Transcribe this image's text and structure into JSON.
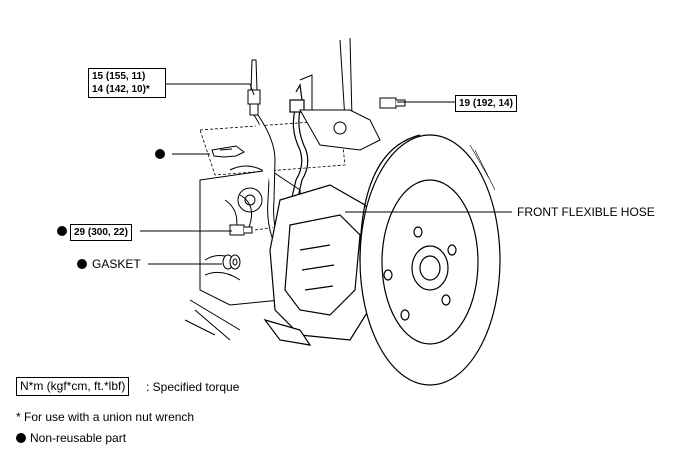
{
  "callouts": {
    "torque_hose_line1": "15 (155, 11)",
    "torque_hose_line2": "14 (142, 10)*",
    "torque_union_bolt": "19 (192, 14)",
    "torque_caliper_bolt": "29 (300, 22)",
    "front_flexible_hose": "FRONT FLEXIBLE HOSE",
    "gasket": "GASKET"
  },
  "legend": {
    "torque_unit_box": "N*m (kgf*cm, ft.*lbf)",
    "torque_unit_desc": ": Specified torque",
    "union_nut_note": "* For use with a union nut wrench",
    "non_reusable": "Non-reusable part"
  }
}
